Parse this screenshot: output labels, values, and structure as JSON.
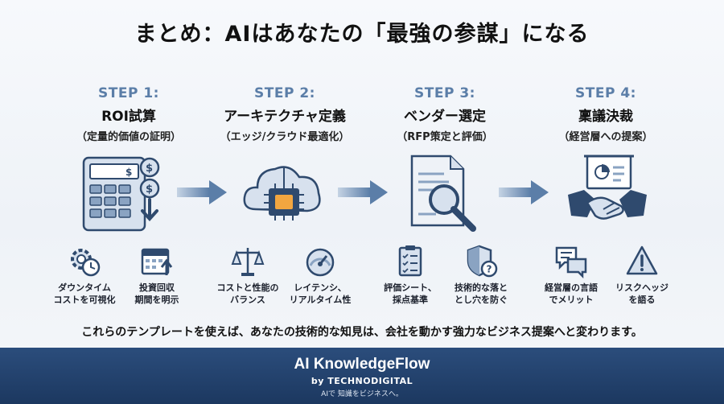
{
  "title": "まとめ：AIはあなたの「最強の参謀」になる",
  "steps": [
    {
      "num": "STEP 1:",
      "name": "ROI試算",
      "sub": "（定量的価値の証明）",
      "icon": "calculator-money-icon"
    },
    {
      "num": "STEP 2:",
      "name": "アーキテクチャ定義",
      "sub": "（エッジ/クラウド最適化）",
      "icon": "cloud-chip-icon"
    },
    {
      "num": "STEP 3:",
      "name": "ベンダー選定",
      "sub": "（RFP策定と評価）",
      "icon": "document-magnifier-icon"
    },
    {
      "num": "STEP 4:",
      "name": "稟議決裁",
      "sub": "（経営層への提案）",
      "icon": "handshake-presentation-icon"
    }
  ],
  "sub_items": [
    {
      "label": "ダウンタイム\nコストを可視化",
      "icon": "gear-clock-icon"
    },
    {
      "label": "投資回収\n期間を明示",
      "icon": "calendar-arrow-icon"
    },
    {
      "label": "コストと性能の\nバランス",
      "icon": "scale-icon"
    },
    {
      "label": "レイテンシ、\nリアルタイム性",
      "icon": "speedometer-icon"
    },
    {
      "label": "評価シート、\n採点基準",
      "icon": "checklist-icon"
    },
    {
      "label": "技術的な落と\nとし穴を防ぐ",
      "icon": "shield-question-icon"
    },
    {
      "label": "経営層の言語\nでメリット",
      "icon": "speech-bubbles-icon"
    },
    {
      "label": "リスクヘッジ\nを語る",
      "icon": "warning-icon"
    }
  ],
  "conclusion": "これらのテンプレートを使えば、あなたの技術的な知見は、会社を動かす強力なビジネス提案へと変わります。",
  "footer": {
    "brand": "AI KnowledgeFlow",
    "by": "by TECHNODIGITAL",
    "tagline": "AIで 知識をビジネスへ。"
  },
  "colors": {
    "accent": "#5b7ea8",
    "icon_fill": "#d7e1ee",
    "icon_stroke": "#2f4a6e",
    "footer": "#1c3860"
  }
}
